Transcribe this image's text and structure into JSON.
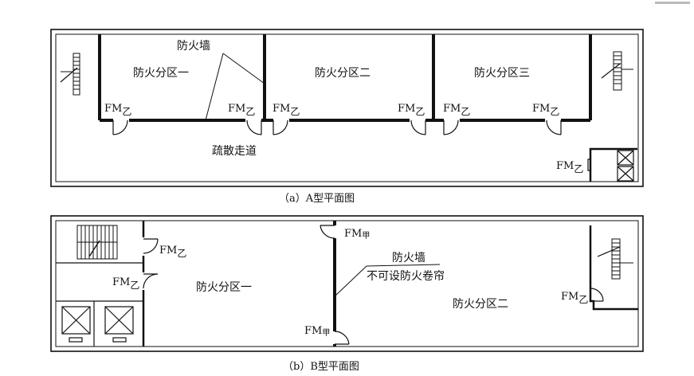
{
  "diagram_a": {
    "caption": "（a）A型平面图",
    "zones": [
      "防火分区一",
      "防火分区二",
      "防火分区三"
    ],
    "wall_label": "防火墙",
    "corridor_label": "疏散走道",
    "door_label": "FM",
    "door_class": "乙"
  },
  "diagram_b": {
    "caption": "（b）B型平面图",
    "zones": [
      "防火分区一",
      "防火分区二"
    ],
    "wall_label": "防火墙",
    "wall_note": "不可设防火卷帘",
    "door_label": "FM",
    "door_class_b": "乙",
    "door_class_a": "甲"
  }
}
